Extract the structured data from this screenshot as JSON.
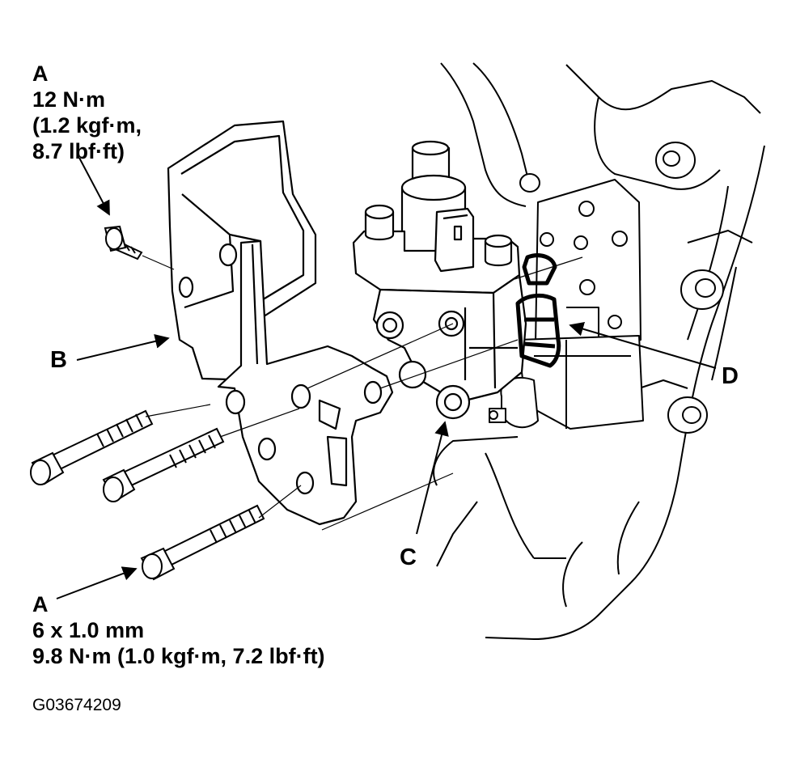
{
  "top_spec": {
    "letter": "A",
    "torque": "12 N·m",
    "kgf": "(1.2 kgf·m,",
    "lbf": "8.7 lbf·ft)"
  },
  "bottom_spec": {
    "letter": "A",
    "size": "6 x 1.0 mm",
    "torque": "9.8 N·m (1.0 kgf·m, 7.2 lbf·ft)"
  },
  "callouts": {
    "b": "B",
    "c": "C",
    "d": "D"
  },
  "figure_id": "G03674209"
}
